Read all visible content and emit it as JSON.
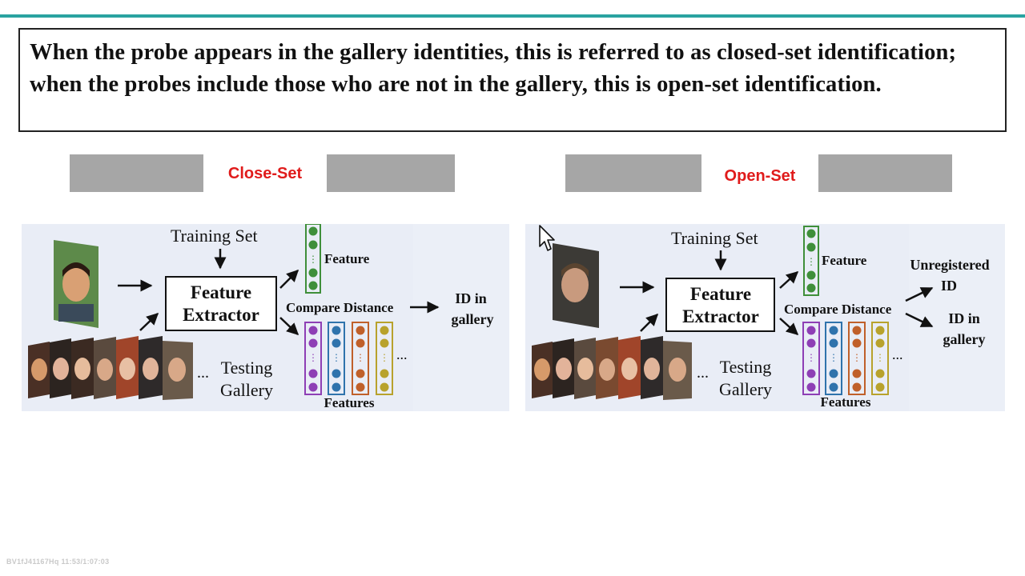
{
  "colors": {
    "accent_line": "#2aa3a1",
    "banner_gray": "#a6a6a6",
    "banner_text": "#e01b1b",
    "panel_bg": "#e9edf6",
    "features": [
      "#8e3fb5",
      "#2f73ac",
      "#c0602a",
      "#b8a22c"
    ],
    "feature_single": "#3f8f3a"
  },
  "definition": {
    "text": "When the probe appears in the gallery identities, this is referred to as closed-set identification; when the probes include those who are not in the gallery, this is open-set identification."
  },
  "banners": {
    "close_label": "Close-Set",
    "open_label": "Open-Set"
  },
  "close_panel": {
    "training_set": "Training Set",
    "extractor_line1": "Feature",
    "extractor_line2": "Extractor",
    "feature_label": "Feature",
    "compare_distance": "Compare Distance",
    "output_line1": "ID in",
    "output_line2": "gallery",
    "testing_line1": "Testing",
    "testing_line2": "Gallery",
    "features_label": "Features",
    "ellipsis": "...",
    "feature_ellipsis": "..."
  },
  "open_panel": {
    "training_set": "Training Set",
    "extractor_line1": "Feature",
    "extractor_line2": "Extractor",
    "feature_label": "Feature",
    "compare_distance": "Compare Distance",
    "unreg_line1": "Unregistered",
    "unreg_line2": "ID",
    "output_line1": "ID in",
    "output_line2": "gallery",
    "testing_line1": "Testing",
    "testing_line2": "Gallery",
    "features_label": "Features",
    "ellipsis": "...",
    "feature_ellipsis": "..."
  },
  "watermark": "BV1fJ41167Hq 11:53/1:07:03"
}
